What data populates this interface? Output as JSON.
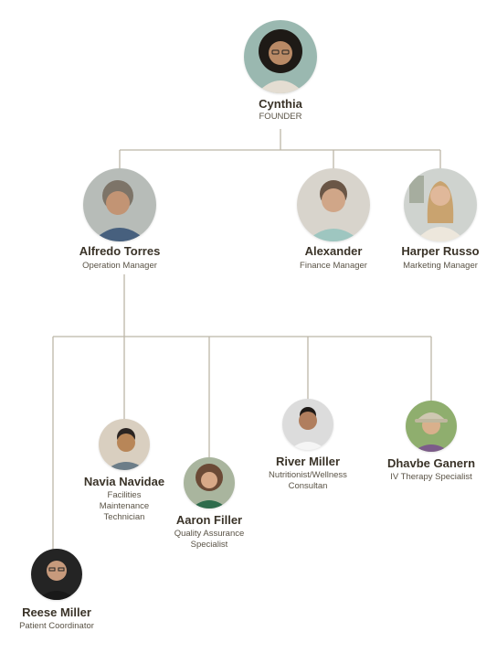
{
  "colors": {
    "connector": "#bcb6a8",
    "name_text": "#3a3328",
    "title_text": "#5a5346",
    "background": "#ffffff"
  },
  "founder": {
    "name": "Cynthia",
    "title": "FOUNDER",
    "photo_icon": "woman-curly-hair-glasses-photo"
  },
  "managers": [
    {
      "name": "Alfredo Torres",
      "title": "Operation Manager",
      "photo_icon": "man-gray-curly-hair-photo"
    },
    {
      "name": "Alexander",
      "title": "Finance Manager",
      "photo_icon": "man-beard-shirt-photo"
    },
    {
      "name": "Harper Russo",
      "title": "Marketing Manager",
      "photo_icon": "woman-long-hair-sweater-photo"
    }
  ],
  "staff": [
    {
      "name": "Reese Miller",
      "title": "Patient Coordinator",
      "photo_icon": "man-glasses-beard-photo"
    },
    {
      "name": "Navia Navidae",
      "title": "Facilities\nMaintenance\nTechnician",
      "photo_icon": "man-smiling-photo"
    },
    {
      "name": "Aaron Filler",
      "title": "Quality Assurance\nSpecialist",
      "photo_icon": "woman-curly-hair-green-photo"
    },
    {
      "name": "River Miller",
      "title": "Nutritionist/Wellness\nConsultan",
      "photo_icon": "man-smiling-white-shirt-photo"
    },
    {
      "name": "Dhavbe Ganern",
      "title": "IV Therapy Specialist",
      "photo_icon": "man-hat-photo"
    }
  ]
}
